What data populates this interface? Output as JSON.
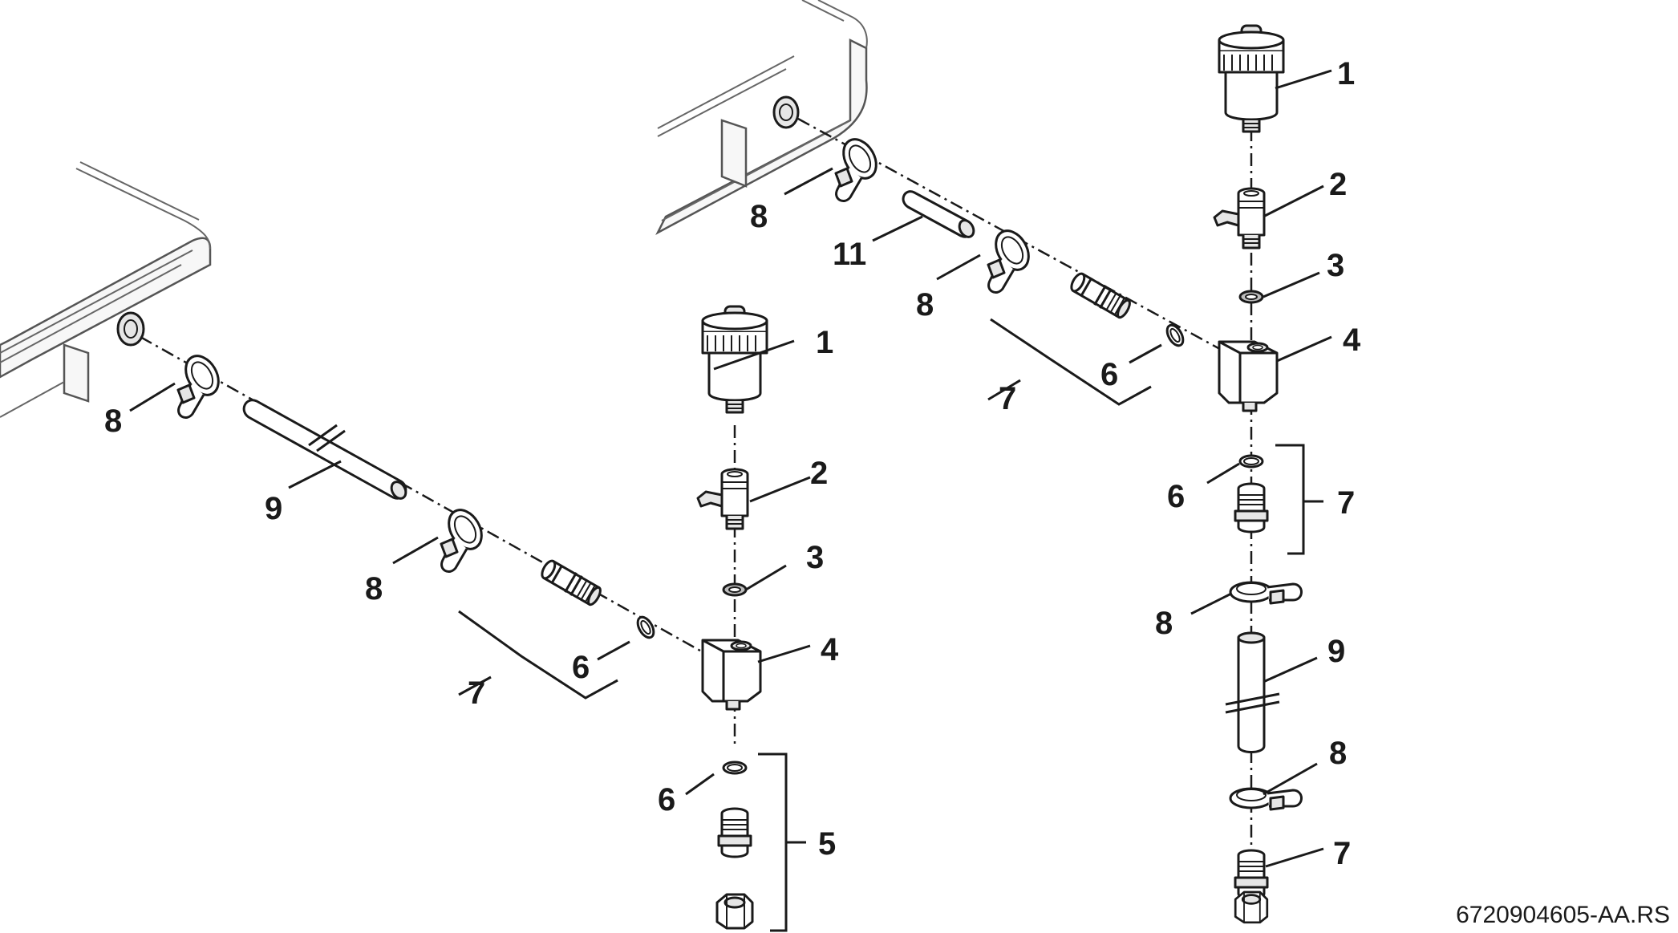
{
  "reference_code": "6720904605-AA.RS",
  "left_assembly": {
    "labels": {
      "air_vent": "1",
      "shutoff_valve": "2",
      "seal": "3",
      "tee_block": "4",
      "connection_set": "5",
      "o_ring_side": "6",
      "o_ring_bottom": "6",
      "connector_set": "7",
      "clamp_top": "8",
      "clamp_middle": "8",
      "hose": "9"
    }
  },
  "right_assembly": {
    "labels": {
      "air_vent": "1",
      "shutoff_valve": "2",
      "seal": "3",
      "tee_block": "4",
      "o_ring_side": "6",
      "o_ring_bottom": "6",
      "connector_set_side": "7",
      "connector_set_bottom": "7",
      "connector_bottom": "7",
      "clamp_top": "8",
      "clamp_middle": "8",
      "clamp_lower": "8",
      "clamp_bottom": "8",
      "hose": "9",
      "short_pipe": "11"
    }
  }
}
